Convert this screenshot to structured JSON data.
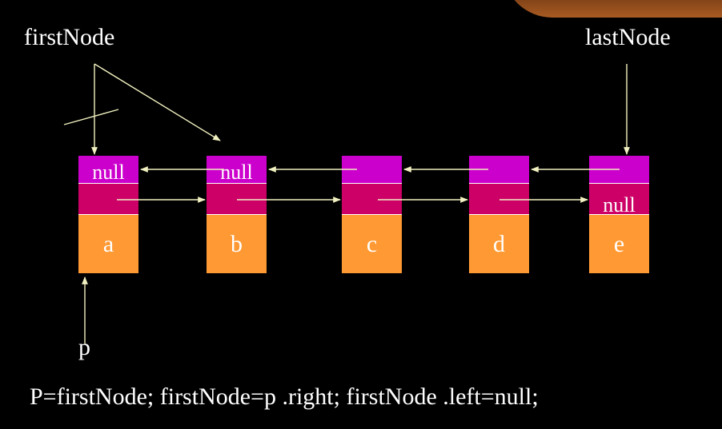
{
  "labels": {
    "first_node": "firstNode",
    "last_node": "lastNode",
    "p": "p"
  },
  "nodes": [
    {
      "left": "null",
      "right": "",
      "data": "a"
    },
    {
      "left": "null",
      "right": "",
      "data": "b"
    },
    {
      "left": "",
      "right": "",
      "data": "c"
    },
    {
      "left": "",
      "right": "",
      "data": "d"
    },
    {
      "left": "",
      "right": "null",
      "data": "e"
    }
  ],
  "code": "P=firstNode;  firstNode=p .right;  firstNode .left=null;",
  "colors": {
    "background": "#000000",
    "left_field": "#cc00cc",
    "right_field": "#cc0066",
    "data_field": "#ff9933",
    "arrow": "#f0f0c0",
    "text": "#ffffff"
  }
}
